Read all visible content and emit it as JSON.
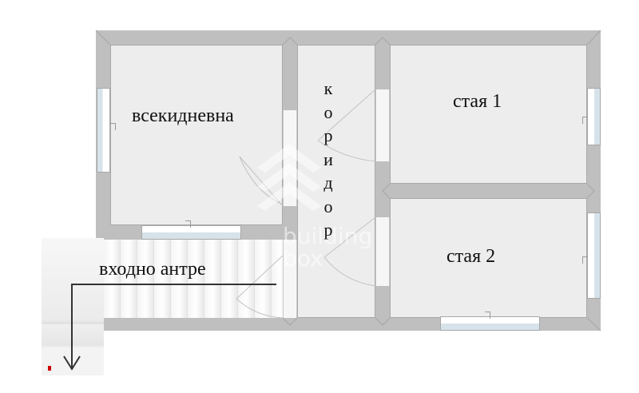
{
  "floor_plan": {
    "rooms": [
      {
        "id": "living",
        "label": "всекидневна"
      },
      {
        "id": "corridor",
        "label": "коридор",
        "letters": [
          "к",
          "о",
          "р",
          "и",
          "д",
          "о",
          "р"
        ]
      },
      {
        "id": "room1",
        "label": "стая 1"
      },
      {
        "id": "room2",
        "label": "стая 2"
      },
      {
        "id": "entrance",
        "label": "входно антре"
      }
    ],
    "watermark": {
      "line1": "building",
      "line2": "box"
    },
    "colors": {
      "wall": "#bfbfbf",
      "floor": "#ededed",
      "window_glass": "#d6e3ea",
      "marker": "#cc0000",
      "arrow": "#333333"
    }
  }
}
